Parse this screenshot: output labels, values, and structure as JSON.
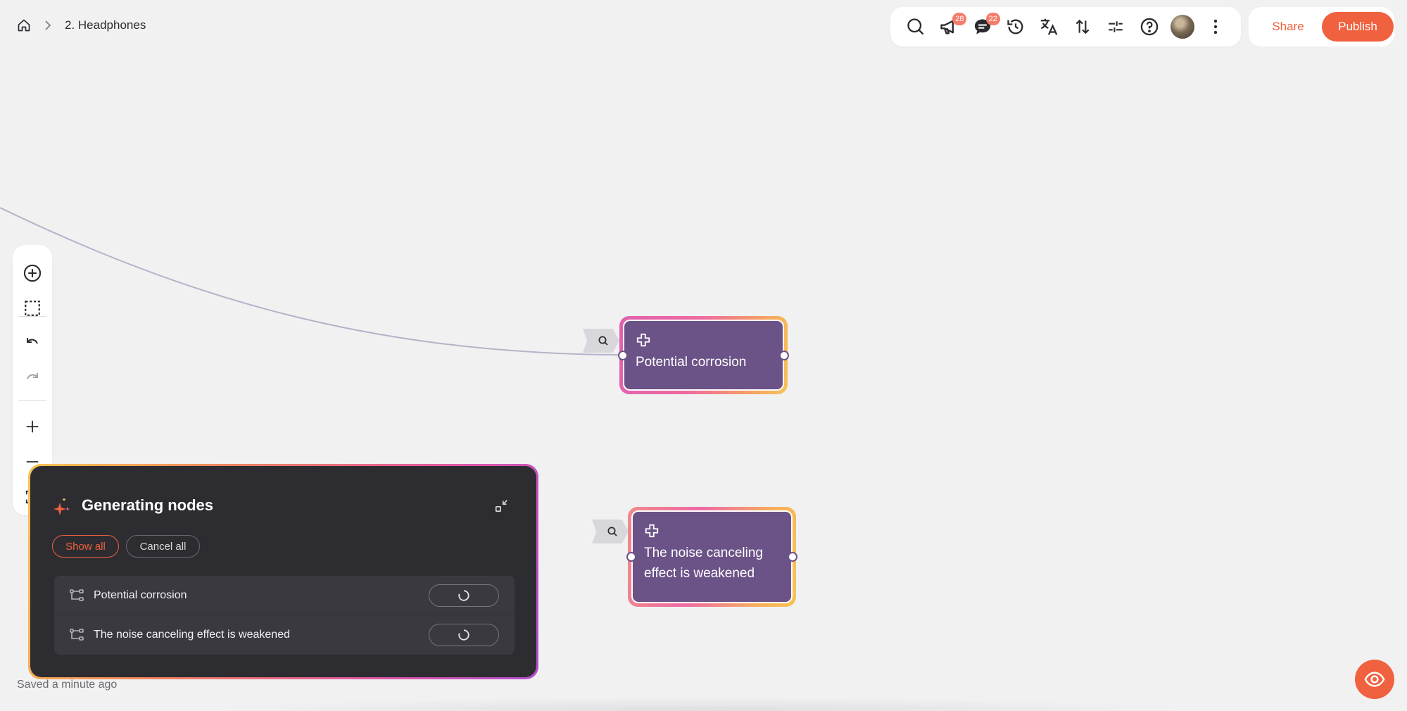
{
  "breadcrumb": {
    "home_icon": "home-icon",
    "separator_icon": "chevron-right-icon",
    "title": "2. Headphones"
  },
  "toolbar": {
    "announcements_badge": "28",
    "comments_badge": "22",
    "icons": [
      "search-icon",
      "megaphone-icon",
      "comment-icon",
      "history-icon",
      "translate-icon",
      "sort-icon",
      "sliders-icon",
      "help-icon",
      "avatar",
      "more-icon"
    ]
  },
  "actions": {
    "share_label": "Share",
    "publish_label": "Publish"
  },
  "nodes": [
    {
      "label": "Potential corrosion"
    },
    {
      "label": "The noise canceling effect is weakened"
    }
  ],
  "generating_panel": {
    "title": "Generating nodes",
    "show_all_label": "Show all",
    "cancel_all_label": "Cancel all",
    "items": [
      {
        "label": "Potential corrosion"
      },
      {
        "label": "The noise canceling effect is weakened"
      }
    ]
  },
  "status": {
    "saved_text": "Saved a minute ago"
  },
  "colors": {
    "accent": "#f0613f",
    "node": "#6b5287",
    "panel": "#2d2c31"
  }
}
